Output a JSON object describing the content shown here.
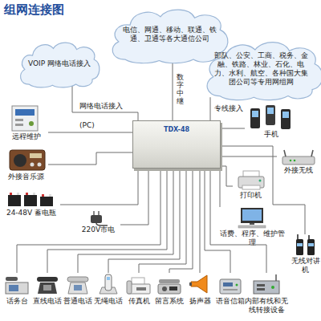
{
  "diagram": {
    "title": "组网连接图",
    "nodes": [
      {
        "text": [
          "VOIP 网络电话接入"
        ]
      },
      {
        "text": [
          "电信、网通、移动、联通、铁通、卫通等各大通信公司"
        ]
      },
      {
        "text": [
          "部队、公安、工商、税务、金融、铁路、林业、石化、电力、水利、航空、各种国大集团公司等专用网组网"
        ]
      },
      {
        "text": [
          "TDX-48"
        ]
      },
      {
        "text": [
          "远程维护"
        ]
      },
      {
        "text": [
          "外接音乐源"
        ]
      },
      {
        "text": [
          "24-48V 蓄电瓶"
        ]
      },
      {
        "text": [
          "220V市电"
        ]
      },
      {
        "text": [
          "手机"
        ]
      },
      {
        "text": [
          "外接无线"
        ]
      },
      {
        "text": [
          "打印机"
        ]
      },
      {
        "text": [
          "话费、程序、维护管理"
        ]
      },
      {
        "text": [
          "话务台"
        ]
      },
      {
        "text": [
          "直线电话"
        ]
      },
      {
        "text": [
          "普通电话"
        ]
      },
      {
        "text": [
          "无绳电话"
        ]
      },
      {
        "text": [
          "传真机"
        ]
      },
      {
        "text": [
          "留言系统"
        ]
      },
      {
        "text": [
          "扬声器"
        ]
      },
      {
        "text": [
          "语音信箱"
        ]
      },
      {
        "text": [
          "内部有线和无线转接设备"
        ]
      },
      {
        "text": [
          "无线对讲机"
        ]
      }
    ],
    "edges": [
      {
        "from": 0,
        "to": 3,
        "label": "网络电话接入",
        "arrow": "none"
      },
      {
        "from": 1,
        "to": 3,
        "label": "数字中继",
        "arrow": "none"
      },
      {
        "from": 2,
        "to": 3,
        "label": "专线接入",
        "arrow": "none"
      },
      {
        "from": 3,
        "to": 4,
        "label": "(PC)",
        "arrow": "none"
      },
      {
        "from": 3,
        "to": 5,
        "arrow": "none"
      },
      {
        "from": 3,
        "to": 6,
        "arrow": "none"
      },
      {
        "from": 3,
        "to": 7,
        "arrow": "none"
      },
      {
        "from": 3,
        "to": 8,
        "arrow": "none"
      },
      {
        "from": 3,
        "to": 9,
        "arrow": "none"
      },
      {
        "from": 3,
        "to": 10,
        "arrow": "none"
      },
      {
        "from": 3,
        "to": 11,
        "arrow": "none"
      },
      {
        "from": 3,
        "to": 12,
        "arrow": "none"
      },
      {
        "from": 3,
        "to": 13,
        "arrow": "none"
      },
      {
        "from": 3,
        "to": 14,
        "arrow": "none"
      },
      {
        "from": 3,
        "to": 15,
        "arrow": "none"
      },
      {
        "from": 3,
        "to": 16,
        "arrow": "none"
      },
      {
        "from": 3,
        "to": 17,
        "arrow": "none"
      },
      {
        "from": 3,
        "to": 18,
        "arrow": "none"
      },
      {
        "from": 3,
        "to": 19,
        "arrow": "none"
      },
      {
        "from": 3,
        "to": 20,
        "arrow": "none"
      },
      {
        "from": 3,
        "to": 21,
        "arrow": "none"
      }
    ]
  }
}
